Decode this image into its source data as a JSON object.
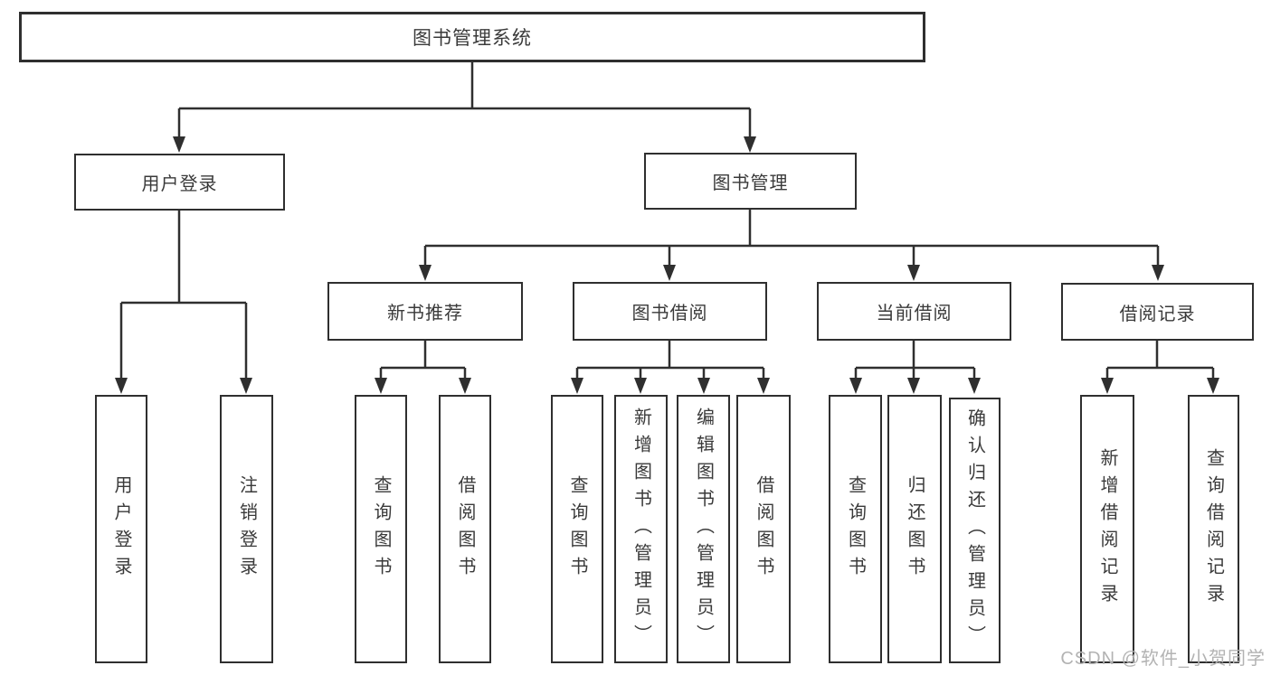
{
  "diagram": {
    "title": "图书管理系统",
    "colors": {
      "line": "#2f2f2f",
      "box_border": "#2f2f2f",
      "text": "#3a3a3a",
      "background": "#ffffff",
      "watermark": "#b3b3b3"
    },
    "root": {
      "label": "图书管理系统"
    },
    "level1": [
      {
        "label": "用户登录"
      },
      {
        "label": "图书管理"
      }
    ],
    "level2": [
      {
        "label": "新书推荐",
        "parent": "图书管理"
      },
      {
        "label": "图书借阅",
        "parent": "图书管理"
      },
      {
        "label": "当前借阅",
        "parent": "图书管理"
      },
      {
        "label": "借阅记录",
        "parent": "图书管理"
      }
    ],
    "leaves": [
      {
        "label": "用户登录",
        "parent": "用户登录"
      },
      {
        "label": "注销登录",
        "parent": "用户登录"
      },
      {
        "label": "查询图书",
        "parent": "新书推荐"
      },
      {
        "label": "借阅图书",
        "parent": "新书推荐"
      },
      {
        "label": "查询图书",
        "parent": "图书借阅"
      },
      {
        "label": "新增图书（管理员）",
        "parent": "图书借阅"
      },
      {
        "label": "编辑图书（管理员）",
        "parent": "图书借阅"
      },
      {
        "label": "借阅图书",
        "parent": "图书借阅"
      },
      {
        "label": "查询图书",
        "parent": "当前借阅"
      },
      {
        "label": "归还图书",
        "parent": "当前借阅"
      },
      {
        "label": "确认归还（管理员）",
        "parent": "当前借阅"
      },
      {
        "label": "新增借阅记录",
        "parent": "借阅记录"
      },
      {
        "label": "查询借阅记录",
        "parent": "借阅记录"
      }
    ],
    "watermark": "CSDN @软件_小贺同学"
  }
}
